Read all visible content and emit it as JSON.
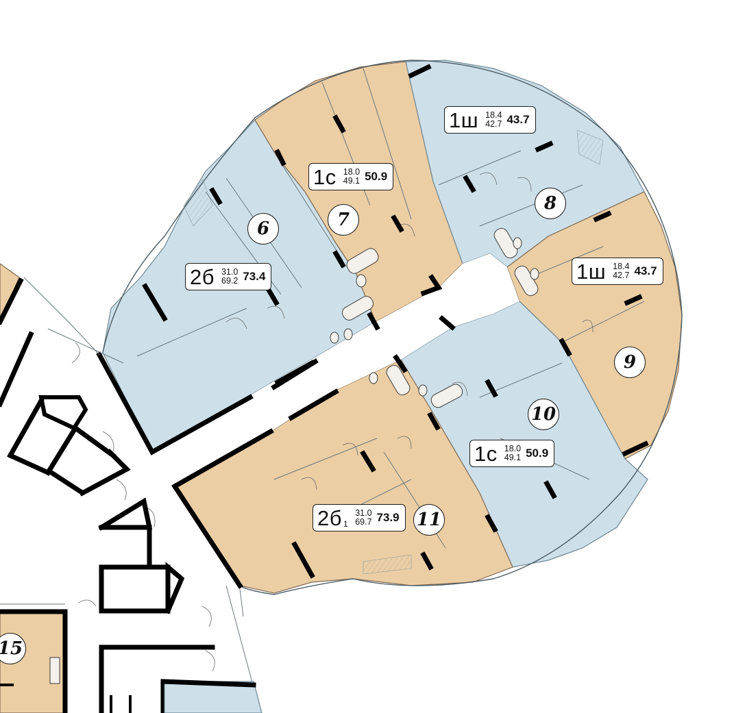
{
  "colors": {
    "blue_unit": "#cde0ea",
    "tan_unit": "#eccea4",
    "walls": "#000000",
    "background": "#ffffff"
  },
  "apartments": [
    {
      "number": "6",
      "type": "2б",
      "type_suffix": "",
      "living_area": "31.0",
      "total_area_inner": "69.2",
      "total_area": "73.4",
      "fill": "blue"
    },
    {
      "number": "7",
      "type": "1с",
      "type_suffix": "",
      "living_area": "18.0",
      "total_area_inner": "49.1",
      "total_area": "50.9",
      "fill": "tan"
    },
    {
      "number": "8",
      "type": "1ш",
      "type_suffix": "",
      "living_area": "18.4",
      "total_area_inner": "42.7",
      "total_area": "43.7",
      "fill": "blue"
    },
    {
      "number": "9",
      "type": "1ш",
      "type_suffix": "",
      "living_area": "18.4",
      "total_area_inner": "42.7",
      "total_area": "43.7",
      "fill": "tan"
    },
    {
      "number": "10",
      "type": "1с",
      "type_suffix": "",
      "living_area": "18.0",
      "total_area_inner": "49.1",
      "total_area": "50.9",
      "fill": "blue"
    },
    {
      "number": "11",
      "type": "2б",
      "type_suffix": "1",
      "living_area": "31.0",
      "total_area_inner": "69.7",
      "total_area": "73.9",
      "fill": "tan"
    }
  ],
  "partial_units": [
    {
      "number": "15"
    }
  ]
}
